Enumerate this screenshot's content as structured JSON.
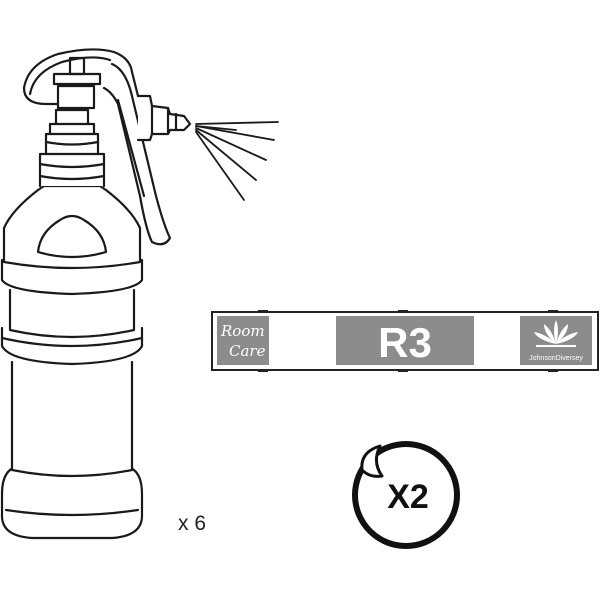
{
  "bottle": {
    "quantity_label": "x 6"
  },
  "label_strip": {
    "left_logo_line1": "Room",
    "left_logo_line2": "Care",
    "product_code": "R3",
    "brand_name": "JohnsonDiversey",
    "colors": {
      "panel_fill": "#8c8c8c",
      "strip_outline": "#222222"
    }
  },
  "sticker": {
    "multiplier": "X2"
  }
}
